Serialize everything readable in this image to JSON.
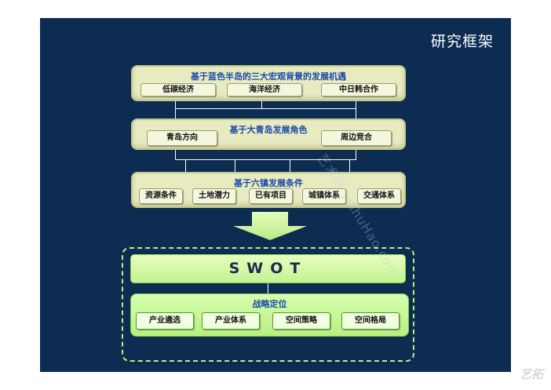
{
  "slide": {
    "title": "研究框架"
  },
  "panel1": {
    "title": "基于蓝色半岛的三大宏观背景的发展机遇",
    "items": [
      "低碳经济",
      "海洋经济",
      "中日韩合作"
    ]
  },
  "panel2": {
    "title": "基于大青岛发展角色",
    "items": [
      "青岛方向",
      "周边竞合"
    ]
  },
  "panel3": {
    "title": "基于六镇发展条件",
    "items": [
      "资源条件",
      "土地潜力",
      "已有项目",
      "城镇体系",
      "交通体系"
    ]
  },
  "swot": {
    "label": "SWOT"
  },
  "strategy": {
    "title": "战略定位",
    "items": [
      "产业遴选",
      "产业体系",
      "空间策略",
      "空间格局"
    ]
  },
  "watermark": {
    "text": "艺术网 yishuHao.com"
  },
  "corner_logo": {
    "text": "艺拓"
  },
  "colors": {
    "background": "#0d2c52",
    "panel": "#e8ebc0",
    "accent_green": "#c5f291",
    "title_blue": "#1a4aa8"
  }
}
